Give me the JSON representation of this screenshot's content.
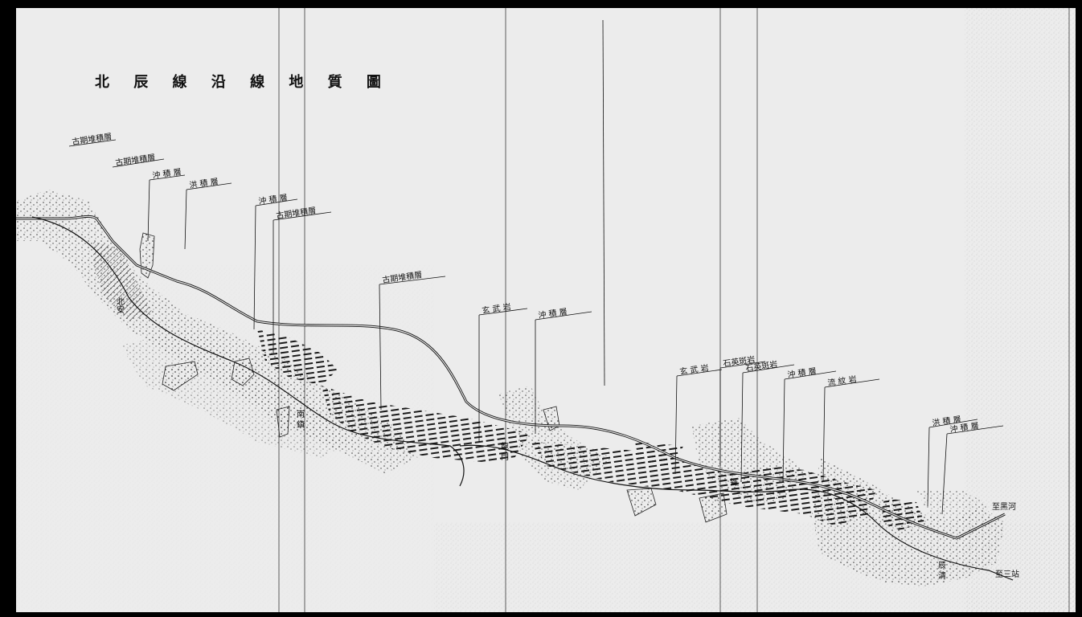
{
  "title": "北 辰 線 沿 線 地 質 圖",
  "colors": {
    "paper": "#ececec",
    "border": "#000000",
    "ink": "#111111"
  },
  "formation_labels": [
    "古期堆積層",
    "古期堆積層",
    "沖 積 層",
    "洪 積 層",
    "沖 積 層",
    "古期堆積層",
    "古期堆積層",
    "玄 武 岩",
    "沖 積 層",
    "玄 武 岩",
    "石英斑岩",
    "石英斑岩",
    "沖 積 層",
    "流 紋 岩",
    "洪 積 層",
    "沖 積 層"
  ],
  "place_names": {
    "north": "北安",
    "mid": "南 鎮",
    "gate": "龍 門",
    "ridge": "聳",
    "end": "辰 清"
  },
  "destinations": {
    "to_heihe": "至黑河",
    "to_sanzhan": "至三站"
  }
}
